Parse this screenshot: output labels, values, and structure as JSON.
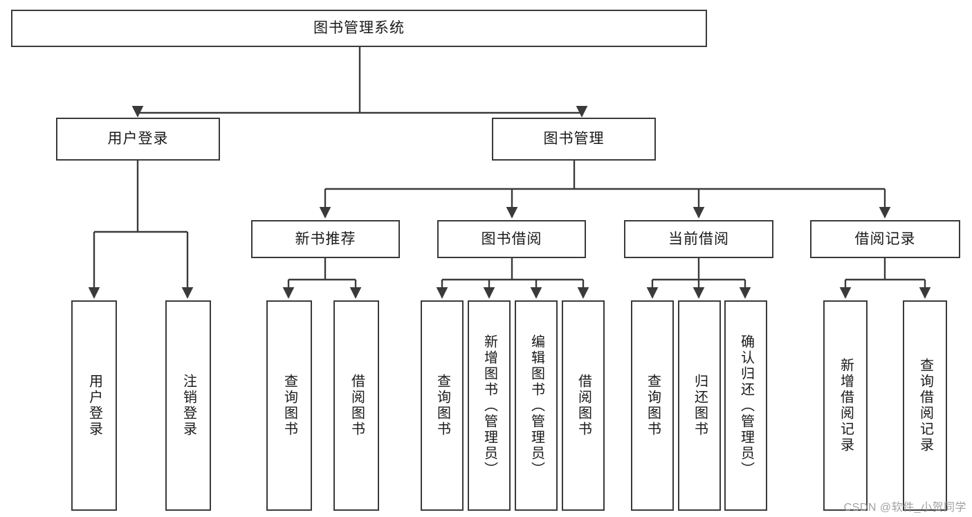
{
  "diagram": {
    "title": "图书管理系统",
    "type": "tree-hierarchy",
    "watermark": "CSDN @软件_小贺同学",
    "colors": {
      "stroke": "#3a3a3a",
      "fill": "#ffffff",
      "text": "#1a1a1a",
      "watermark": "#9d9d9d"
    },
    "levels": {
      "root": {
        "label": "图书管理系统"
      },
      "level2": [
        {
          "label": "用户登录"
        },
        {
          "label": "图书管理"
        }
      ],
      "level3": [
        {
          "label": "新书推荐"
        },
        {
          "label": "图书借阅"
        },
        {
          "label": "当前借阅"
        },
        {
          "label": "借阅记录"
        }
      ],
      "leaves": {
        "user_login": [
          {
            "label": "用户登录"
          },
          {
            "label": "注销登录"
          }
        ],
        "new_book": [
          {
            "label": "查询图书"
          },
          {
            "label": "借阅图书"
          }
        ],
        "book_borrow": [
          {
            "label": "查询图书"
          },
          {
            "label": "新增图书（管理员）"
          },
          {
            "label": "编辑图书（管理员）"
          },
          {
            "label": "借阅图书"
          }
        ],
        "current_borrow": [
          {
            "label": "查询图书"
          },
          {
            "label": "归还图书"
          },
          {
            "label": "确认归还（管理员）"
          }
        ],
        "borrow_record": [
          {
            "label": "新增借阅记录"
          },
          {
            "label": "查询借阅记录"
          }
        ]
      }
    }
  }
}
